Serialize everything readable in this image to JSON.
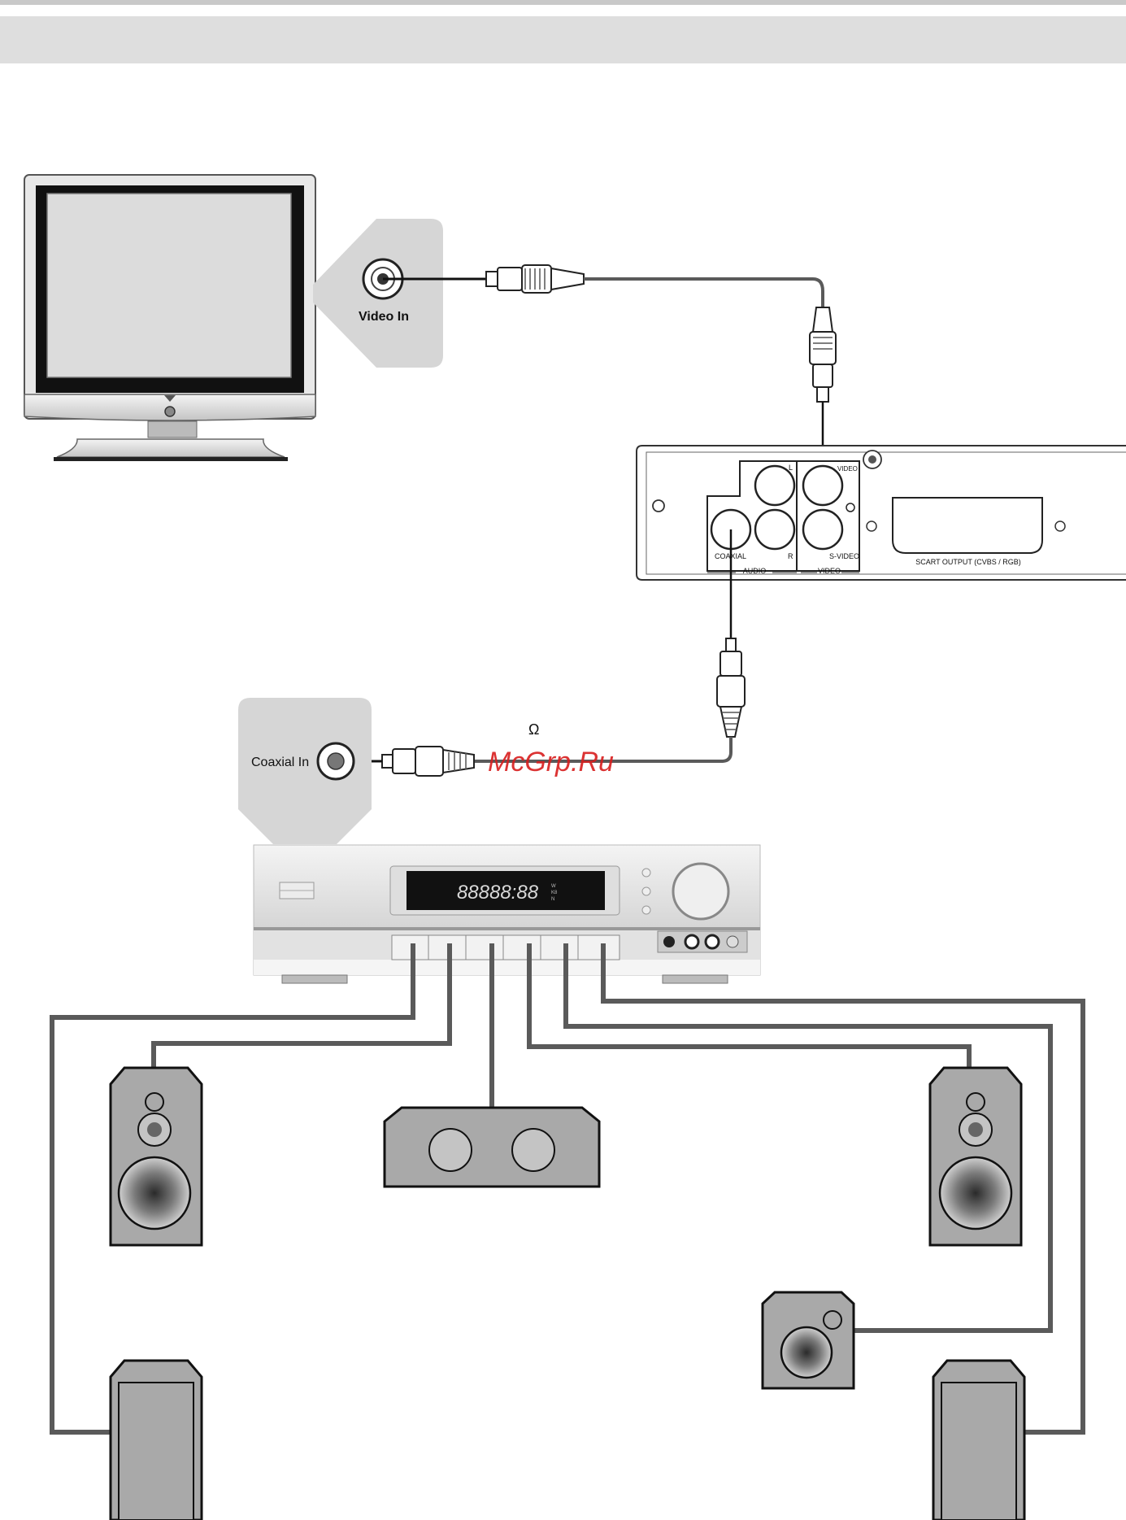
{
  "header": {
    "band_color": "#dedede",
    "rule_color": "#c9c9c9"
  },
  "tv": {
    "jack_label": "Video In"
  },
  "player": {
    "labels": {
      "audio_l": "L",
      "audio_r": "R",
      "coaxial": "COAXIAL",
      "video": "VIDEO",
      "s_video": "S-VIDEO",
      "audio_group": "AUDIO",
      "video_group": "VIDEO",
      "scart": "SCART OUTPUT (CVBS / RGB)"
    }
  },
  "receiver": {
    "jack_label": "Coaxial In",
    "display_text": "88888:88",
    "display_side": [
      "W",
      "K8",
      "N"
    ]
  },
  "notes": {
    "ohm_symbol": "Ω",
    "watermark": "McGrp.Ru"
  },
  "colors": {
    "cable": "#5a5a5a",
    "speaker_fill": "#a9a9a9",
    "callout_fill": "#d6d6d6",
    "watermark": "#d81e1e"
  }
}
